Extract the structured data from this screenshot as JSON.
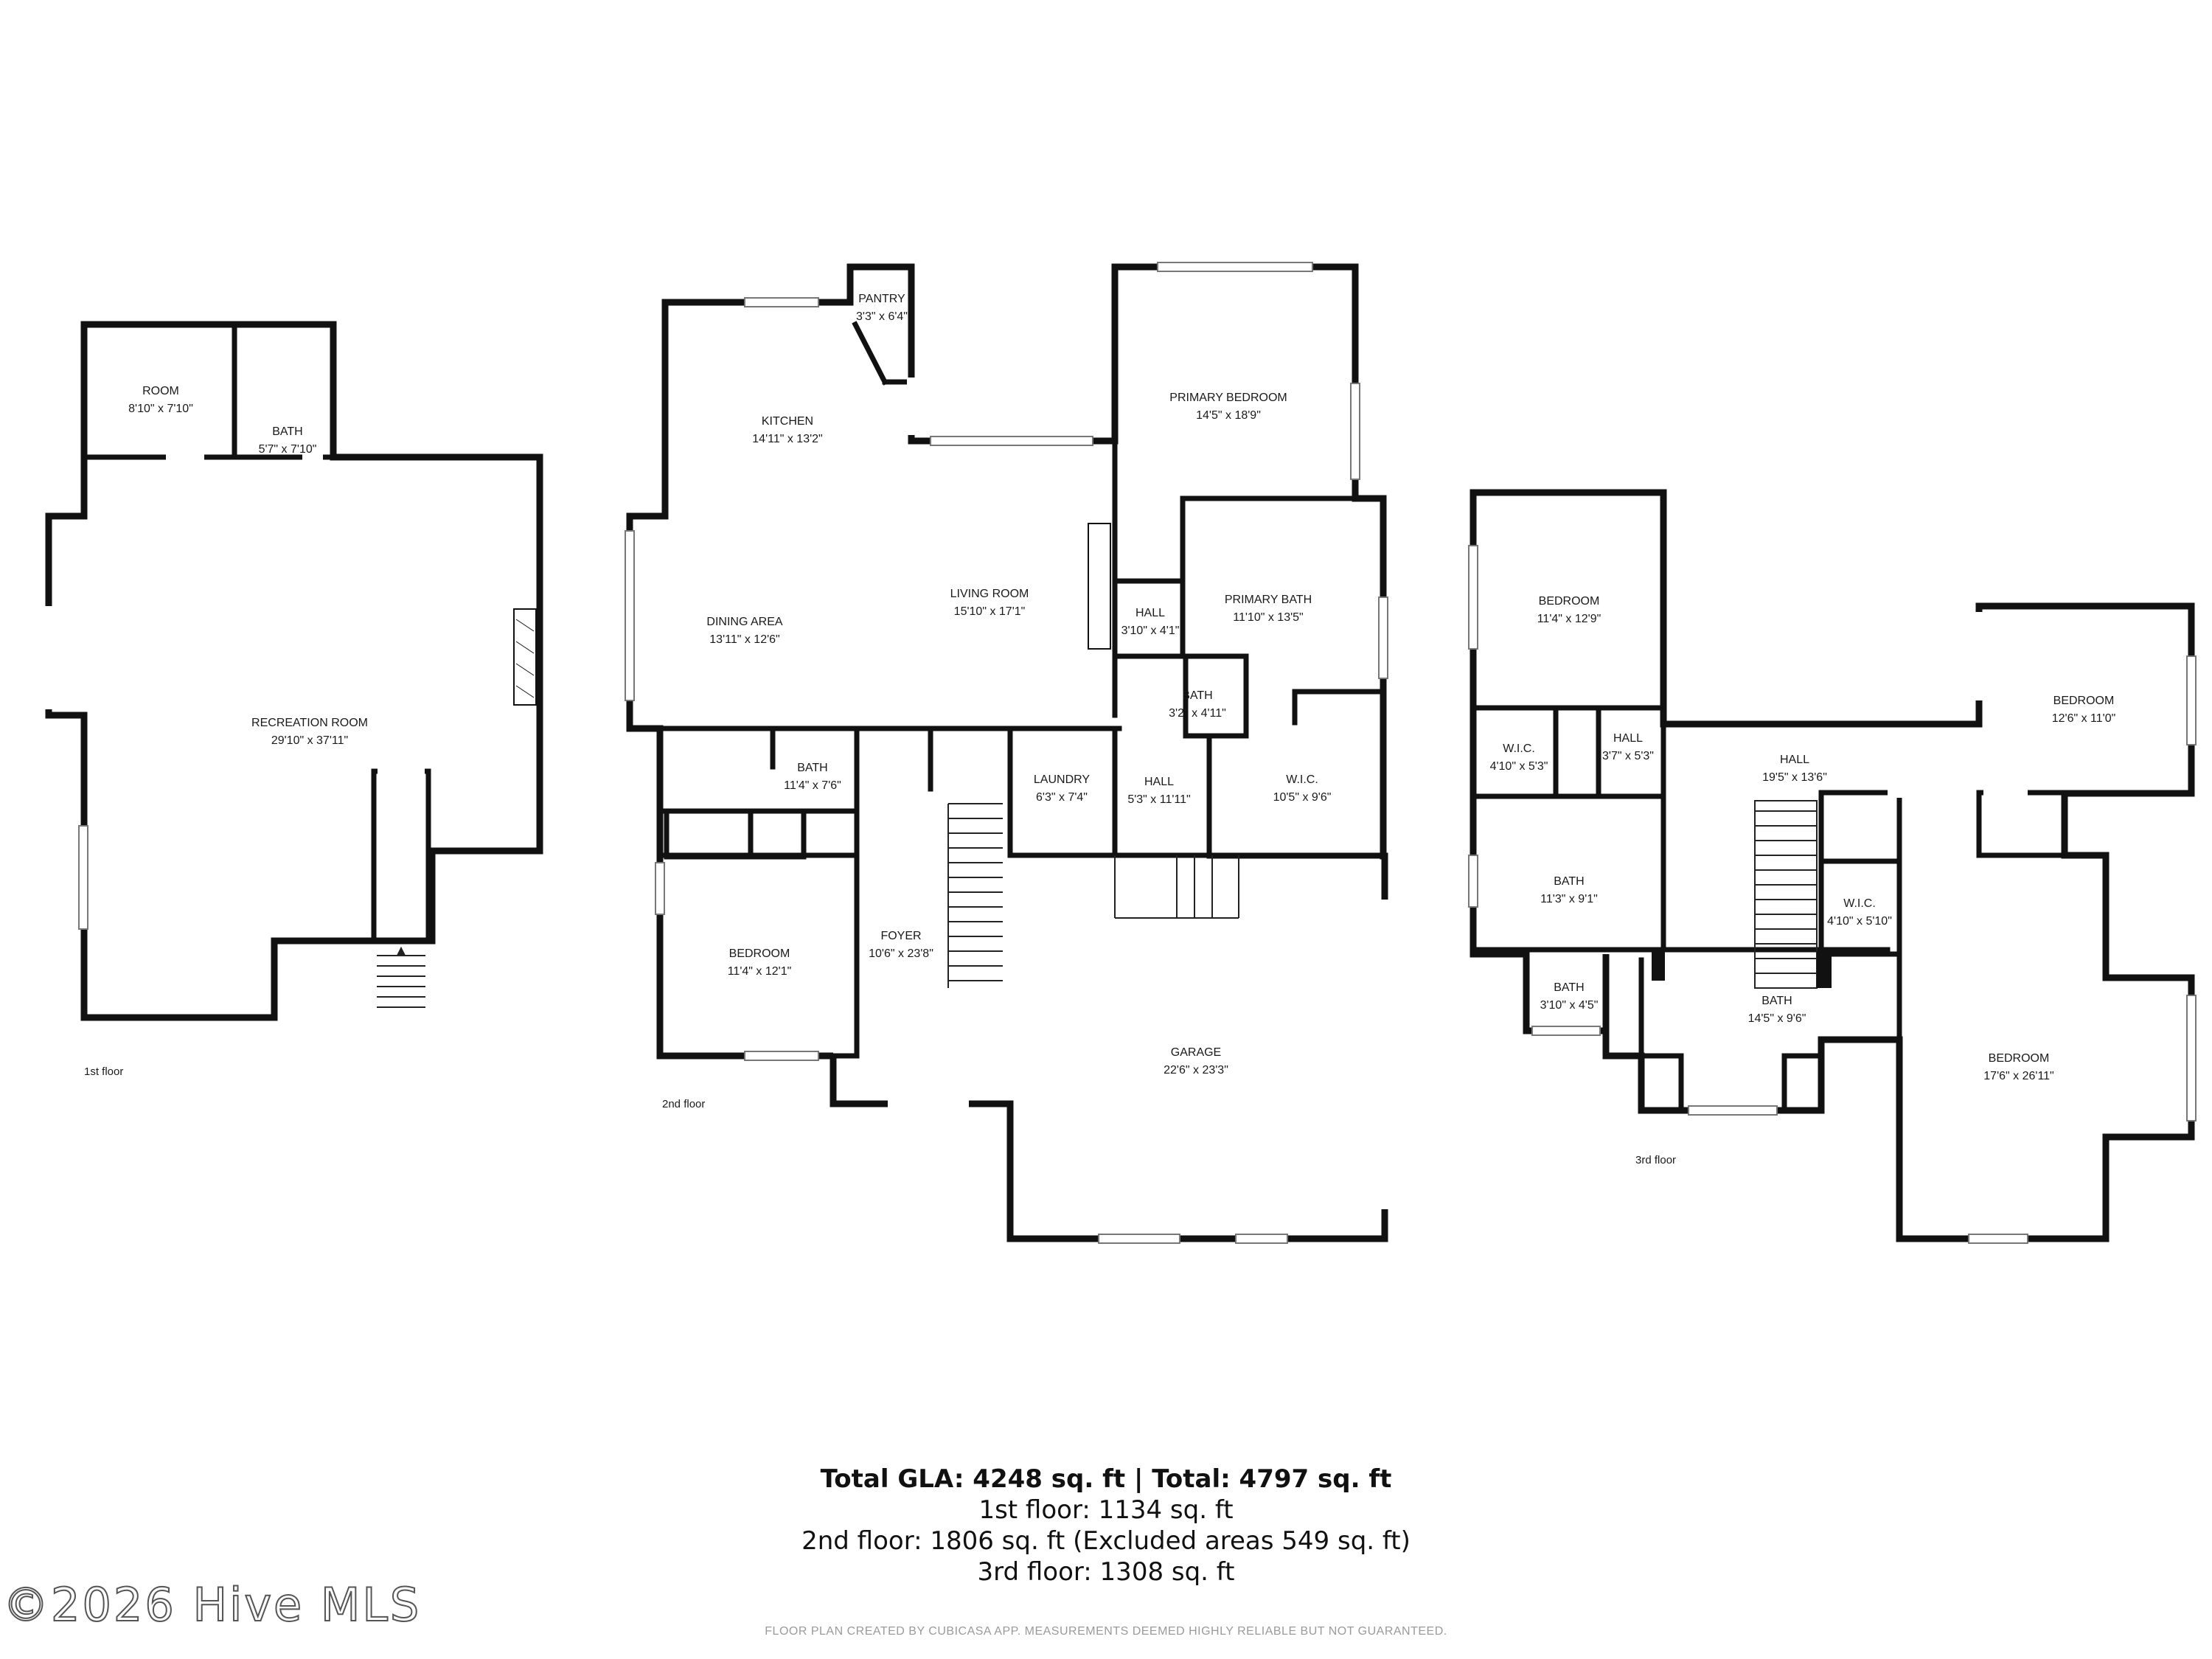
{
  "floors": [
    {
      "label": "1st floor",
      "rooms": [
        {
          "name": "ROOM",
          "dims": "8'10\" x 7'10\""
        },
        {
          "name": "BATH",
          "dims": "5'7\" x 7'10\""
        },
        {
          "name": "RECREATION ROOM",
          "dims": "29'10\" x 37'11\""
        }
      ]
    },
    {
      "label": "2nd floor",
      "rooms": [
        {
          "name": "PANTRY",
          "dims": "3'3\" x 6'4\""
        },
        {
          "name": "KITCHEN",
          "dims": "14'11\" x 13'2\""
        },
        {
          "name": "PRIMARY BEDROOM",
          "dims": "14'5\" x 18'9\""
        },
        {
          "name": "DINING AREA",
          "dims": "13'11\" x 12'6\""
        },
        {
          "name": "LIVING ROOM",
          "dims": "15'10\" x 17'1\""
        },
        {
          "name": "HALL",
          "dims": "3'10\" x 4'1\""
        },
        {
          "name": "PRIMARY BATH",
          "dims": "11'10\" x 13'5\""
        },
        {
          "name": "BATH",
          "dims": "3'2\" x 4'11\""
        },
        {
          "name": "BATH",
          "dims": "11'4\" x 7'6\""
        },
        {
          "name": "LAUNDRY",
          "dims": "6'3\" x 7'4\""
        },
        {
          "name": "HALL",
          "dims": "5'3\" x 11'11\""
        },
        {
          "name": "W.I.C.",
          "dims": "10'5\" x 9'6\""
        },
        {
          "name": "BEDROOM",
          "dims": "11'4\" x 12'1\""
        },
        {
          "name": "FOYER",
          "dims": "10'6\" x 23'8\""
        },
        {
          "name": "GARAGE",
          "dims": "22'6\" x 23'3\""
        }
      ]
    },
    {
      "label": "3rd floor",
      "rooms": [
        {
          "name": "BEDROOM",
          "dims": "11'4\" x 12'9\""
        },
        {
          "name": "BEDROOM",
          "dims": "12'6\" x 11'0\""
        },
        {
          "name": "W.I.C.",
          "dims": "4'10\" x 5'3\""
        },
        {
          "name": "HALL",
          "dims": "3'7\" x 5'3\""
        },
        {
          "name": "HALL",
          "dims": "19'5\" x 13'6\""
        },
        {
          "name": "BATH",
          "dims": "11'3\" x 9'1\""
        },
        {
          "name": "W.I.C.",
          "dims": "4'10\" x 5'10\""
        },
        {
          "name": "BATH",
          "dims": "3'10\" x 4'5\""
        },
        {
          "name": "BATH",
          "dims": "14'5\" x 9'6\""
        },
        {
          "name": "BEDROOM",
          "dims": "17'6\" x 26'11\""
        }
      ]
    }
  ],
  "summary": {
    "total": "Total GLA: 4248 sq. ft | Total: 4797 sq. ft",
    "floor1": "1st floor: 1134 sq. ft",
    "floor2": "2nd floor: 1806 sq. ft (Excluded areas 549 sq. ft)",
    "floor3": "3rd floor: 1308 sq. ft"
  },
  "disclaimer": "FLOOR PLAN CREATED BY CUBICASA APP. MEASUREMENTS DEEMED HIGHLY RELIABLE BUT NOT GUARANTEED.",
  "watermark": "©2026 Hive MLS"
}
